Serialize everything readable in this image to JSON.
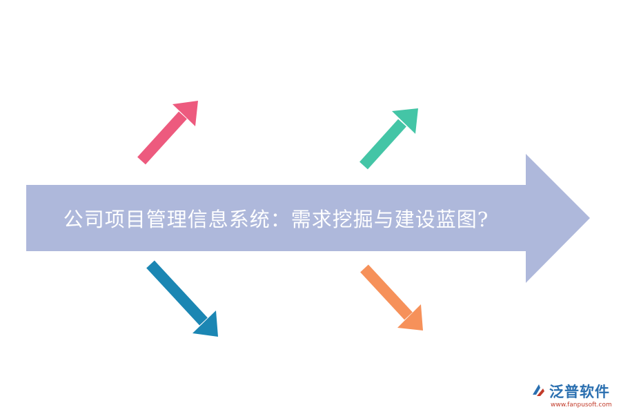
{
  "title": "公司项目管理信息系统：需求挖掘与建设蓝图?",
  "brand": {
    "name": "泛普软件",
    "url": "www.fanpusoft.com"
  },
  "colors": {
    "main_arrow": "#aeb8db",
    "arrow_top_left": "#ed5a7e",
    "arrow_top_right": "#44c5a6",
    "arrow_bottom_left": "#1b86b3",
    "arrow_bottom_right": "#f6915a",
    "brand_blue": "#2a6fb0",
    "brand_red": "#c23b2a"
  }
}
